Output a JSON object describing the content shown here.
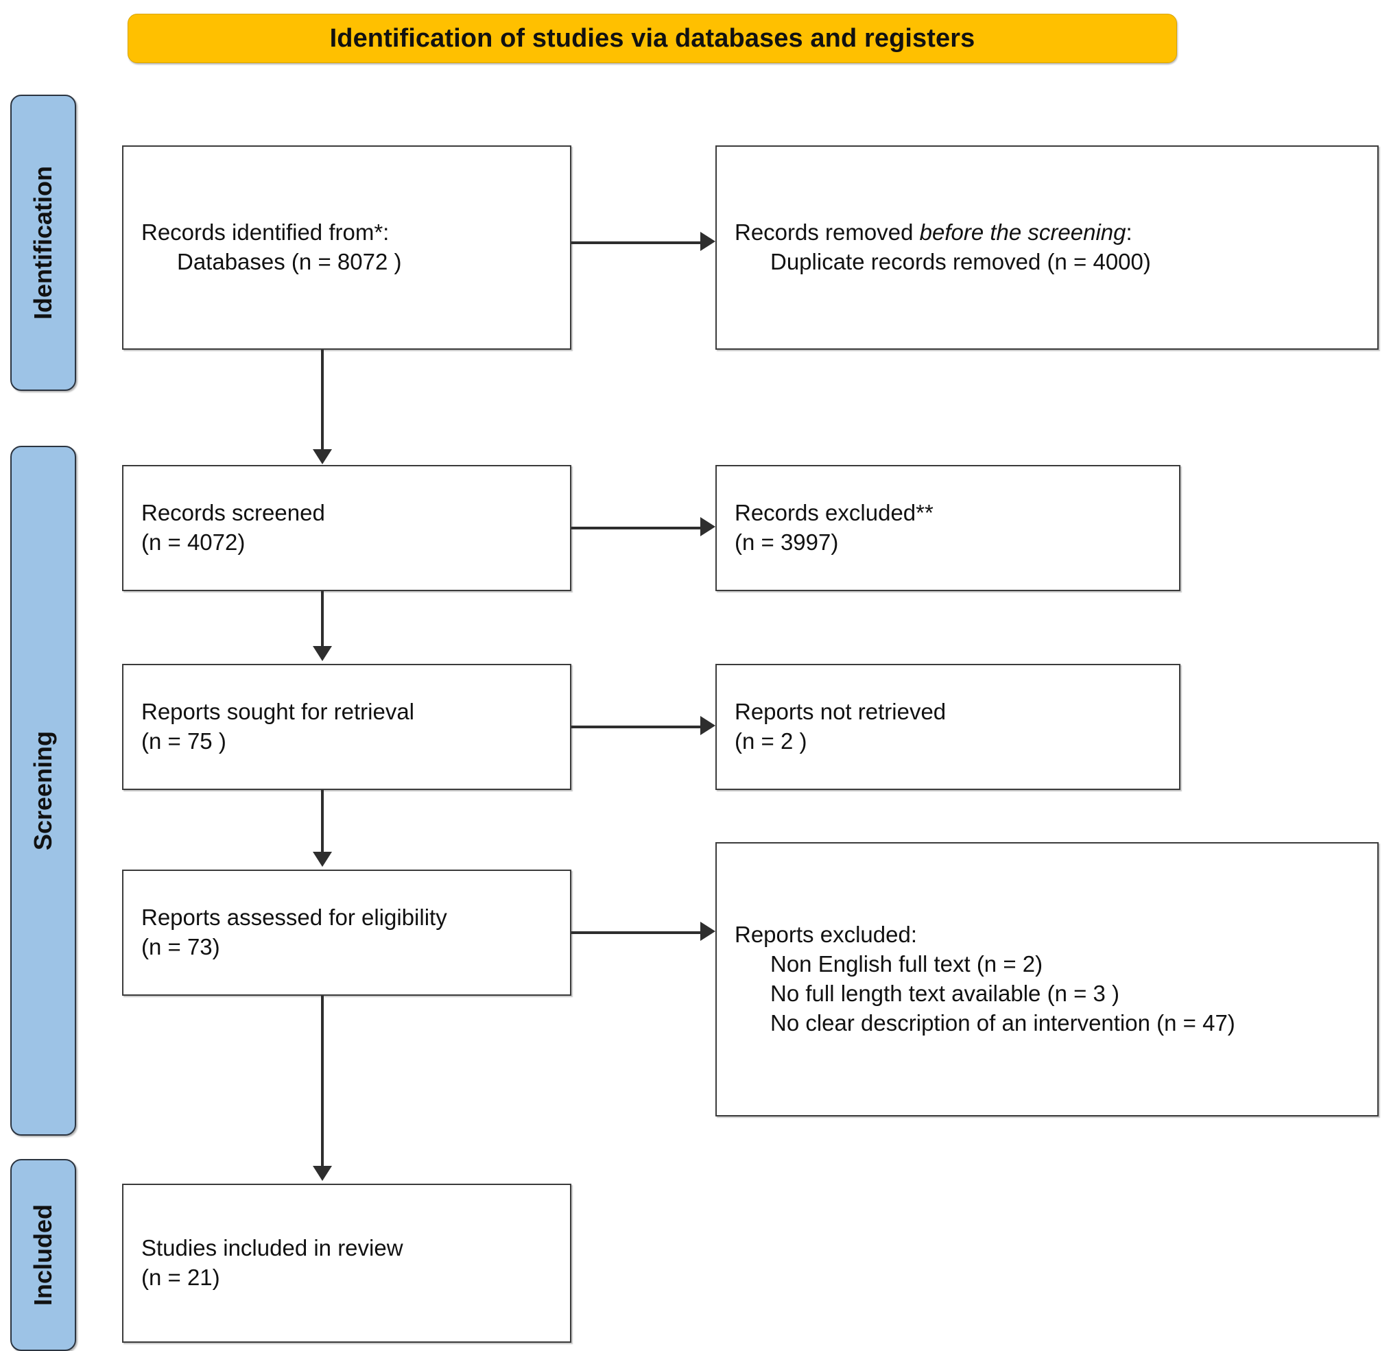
{
  "diagram": {
    "title": "Identification of studies via databases and registers",
    "accent_banner_color": "#FFC000",
    "stage_tab_color": "#9DC3E6",
    "box_border_color": "#3b3b3b"
  },
  "stages": [
    {
      "id": "identification",
      "label": "Identification"
    },
    {
      "id": "screening",
      "label": "Screening"
    },
    {
      "id": "included",
      "label": "Included"
    }
  ],
  "boxes": {
    "records_identified": {
      "line1": "Records identified from*:",
      "line2": "Databases (n = 8072 )"
    },
    "records_removed": {
      "line1_prefix": "Records removed ",
      "line1_italic": "before the screening",
      "line1_suffix": ":",
      "line2": "Duplicate records removed  (n = 4000)"
    },
    "records_screened": {
      "line1": "Records screened",
      "line2": "(n = 4072)"
    },
    "records_excluded": {
      "line1": "Records excluded**",
      "line2": "(n = 3997)"
    },
    "reports_sought": {
      "line1": "Reports sought for retrieval",
      "line2": "(n = 75 )"
    },
    "reports_not_retrieved": {
      "line1": "Reports not retrieved",
      "line2": "(n = 2 )"
    },
    "reports_assessed": {
      "line1": "Reports assessed for eligibility",
      "line2": "(n = 73)"
    },
    "reports_excluded": {
      "line1": "Reports excluded:",
      "line2": "Non English full text (n = 2)",
      "line3": "No full length text available (n = 3 )",
      "line4": "No clear description of an intervention (n = 47)"
    },
    "studies_included": {
      "line1": "Studies included in review",
      "line2": "(n = 21)"
    }
  }
}
